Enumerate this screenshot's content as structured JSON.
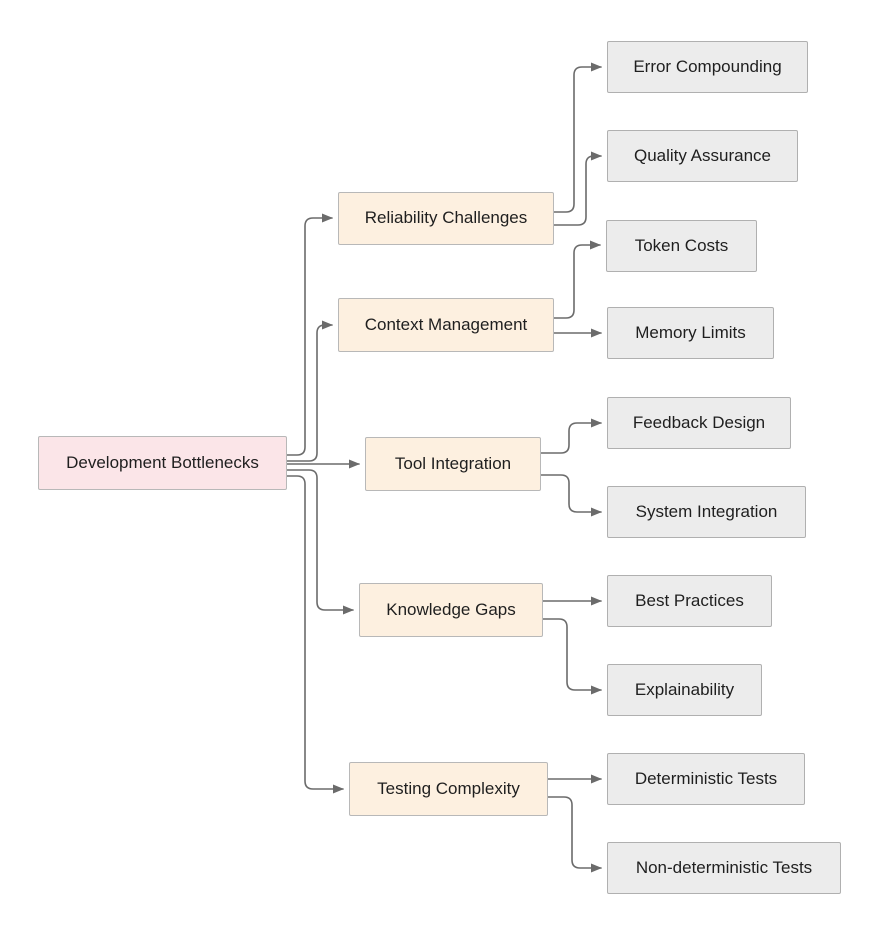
{
  "diagram": {
    "type": "mindmap",
    "title": "Development Bottlenecks",
    "orientation": "left-to-right",
    "colors": {
      "root_fill": "#fbe5e8",
      "branch_fill": "#fdf0e0",
      "leaf_fill": "#ececec",
      "node_border": "#b8b8b8",
      "edge_stroke": "#707070",
      "text": "#1f1f1f",
      "background": "#ffffff"
    }
  },
  "root": {
    "label": "Development Bottlenecks"
  },
  "branches": [
    {
      "label": "Reliability Challenges",
      "children": [
        {
          "label": "Error Compounding"
        },
        {
          "label": "Quality Assurance"
        }
      ]
    },
    {
      "label": "Context Management",
      "children": [
        {
          "label": "Token Costs"
        },
        {
          "label": "Memory Limits"
        }
      ]
    },
    {
      "label": "Tool Integration",
      "children": [
        {
          "label": "Feedback Design"
        },
        {
          "label": "System Integration"
        }
      ]
    },
    {
      "label": "Knowledge Gaps",
      "children": [
        {
          "label": "Best Practices"
        },
        {
          "label": "Explainability"
        }
      ]
    },
    {
      "label": "Testing Complexity",
      "children": [
        {
          "label": "Deterministic Tests"
        },
        {
          "label": "Non-deterministic Tests"
        }
      ]
    }
  ]
}
